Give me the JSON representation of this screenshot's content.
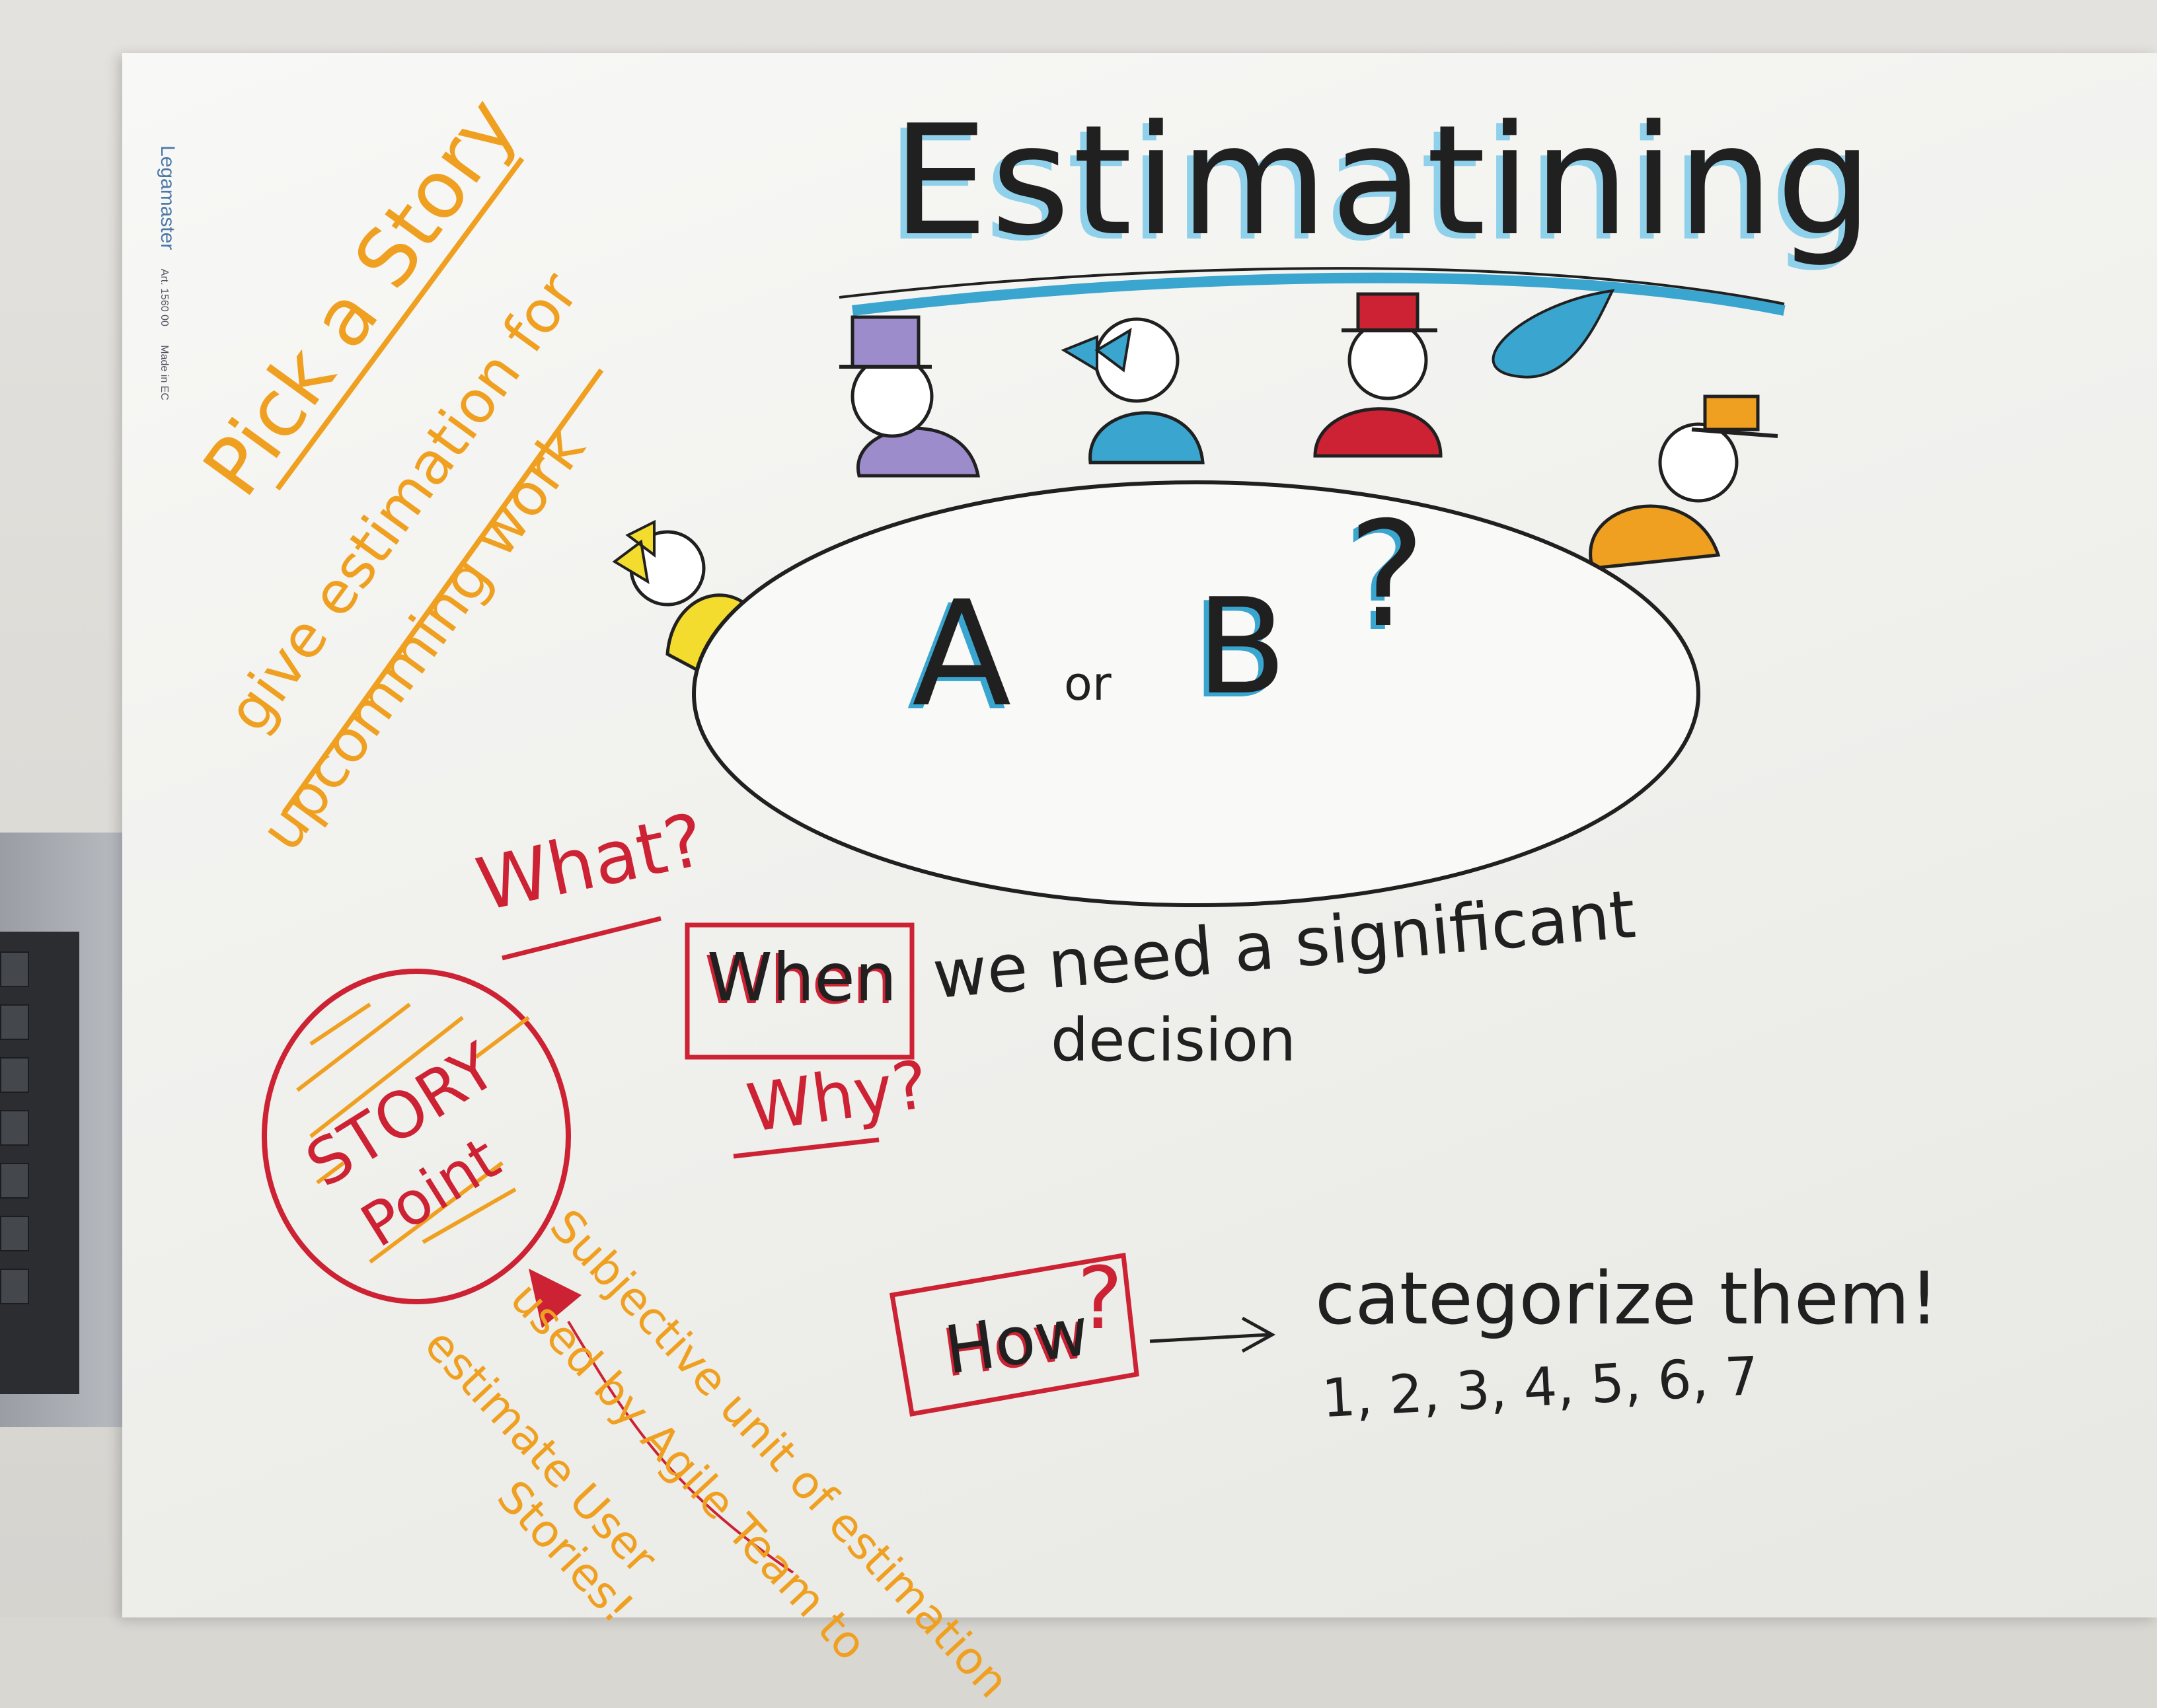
{
  "brand": {
    "name": "Legamaster",
    "article": "Art. 1560 00",
    "origin": "Made in EC"
  },
  "title": "Estimatining",
  "left_notes": {
    "line1": "Pick a Story",
    "line2": "give estimation for",
    "line3": "upcomming work"
  },
  "table": {
    "option_a": "A",
    "or": "or",
    "option_b": "B",
    "question": "?"
  },
  "questions": {
    "what": "What?",
    "when": "When",
    "why": "Why?",
    "how": "How"
  },
  "statements": {
    "when_line1": "we need a significant",
    "when_line2": "decision",
    "how_answer": "categorize them!",
    "scale": "1, 2, 3, 4, 5, 6, 7"
  },
  "balloon": {
    "line1": "STORY",
    "line2": "Point"
  },
  "definition": {
    "line1": "Subjective unit of estimation",
    "line2": "used by Agile Team to",
    "line3": "estimate User",
    "line4": "Stories!"
  },
  "colors": {
    "orange": "#f0a020",
    "red": "#cc2233",
    "blue": "#3aa6d0",
    "black": "#202020",
    "purple": "#9c8ccc",
    "yellow": "#f3dc2e"
  }
}
